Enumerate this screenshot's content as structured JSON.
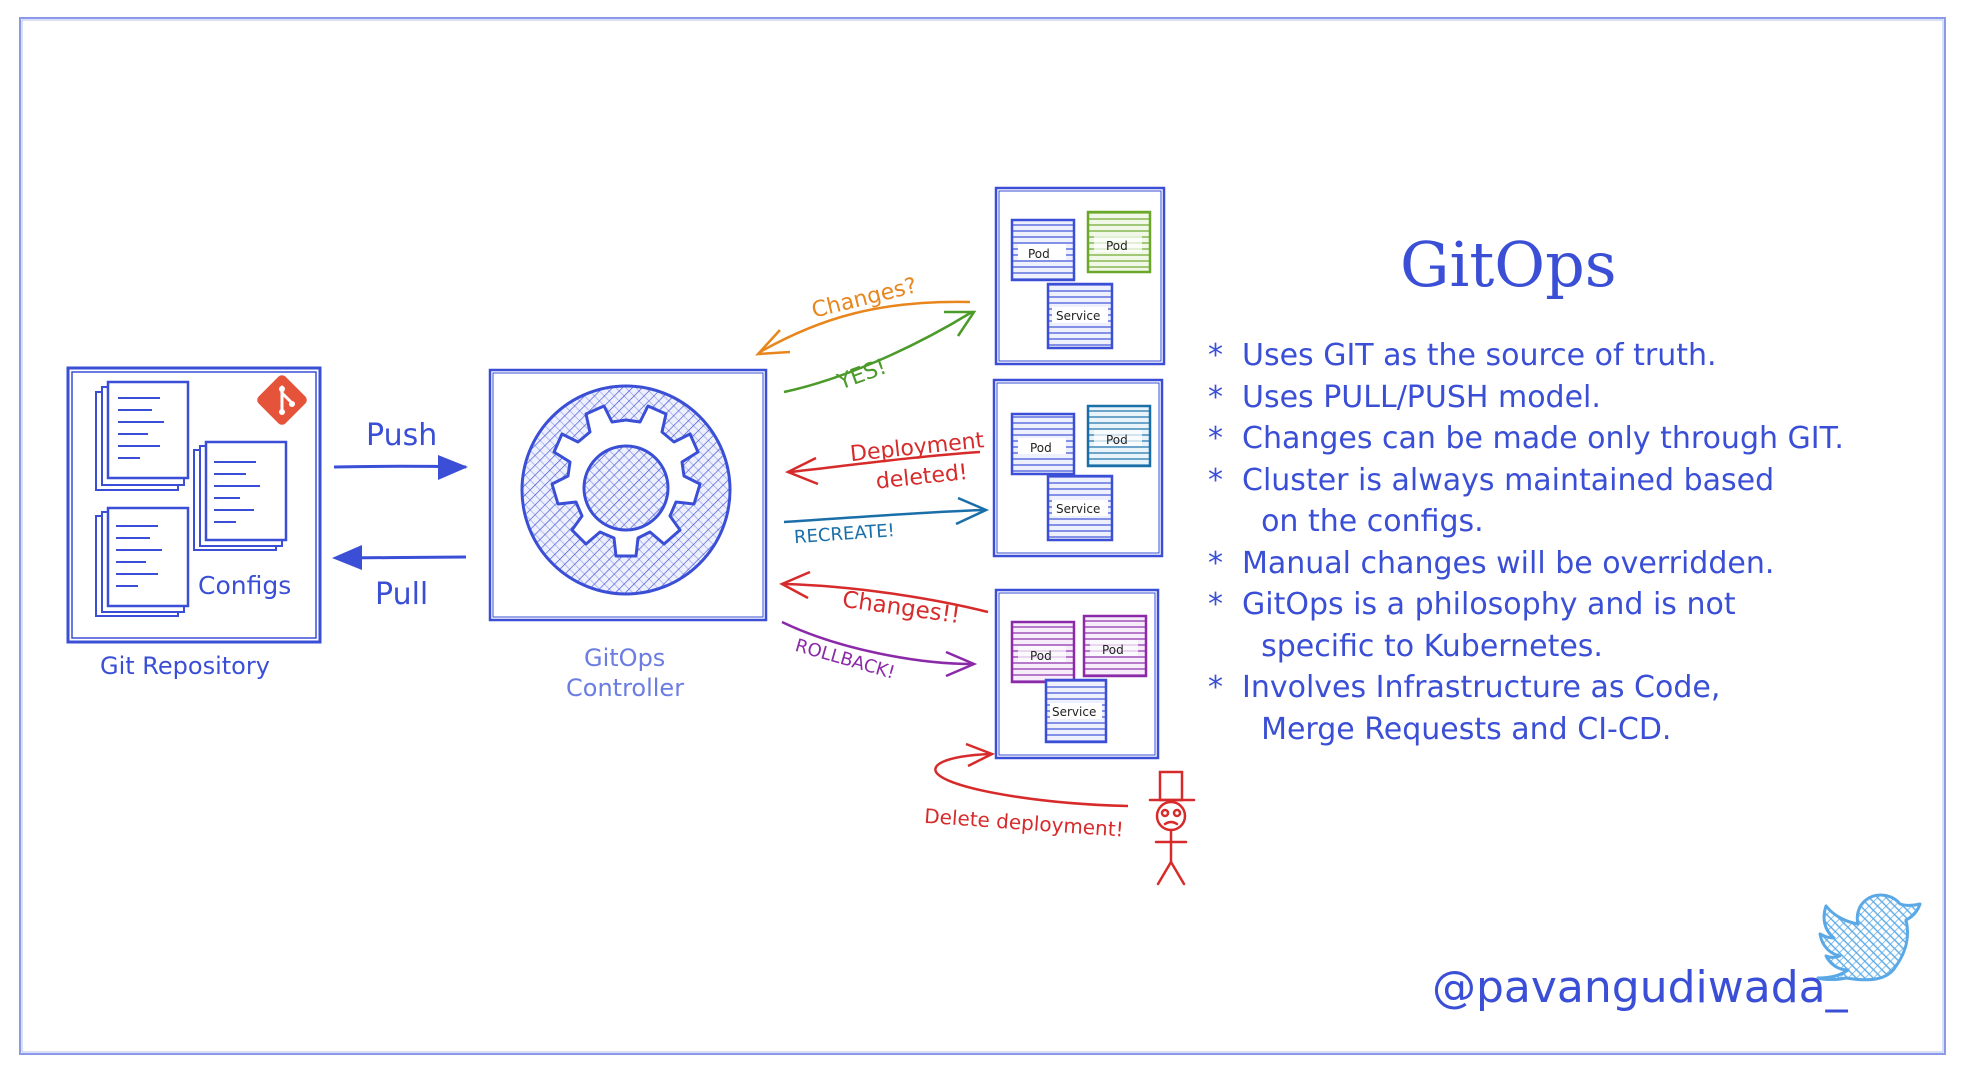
{
  "title": "GitOps",
  "colors": {
    "blue": "#3a4fd6",
    "orange": "#e8861c",
    "green": "#4c9a2a",
    "red": "#d72b2b",
    "teal": "#1a6fa8",
    "purple": "#8b2aa8",
    "git_orange": "#e5533b",
    "twitter_blue": "#5aa9e6"
  },
  "git_repo": {
    "label": "Git Repository",
    "configs_label": "Configs"
  },
  "controller": {
    "label_line1": "GitOps",
    "label_line2": "Controller"
  },
  "arrows": {
    "push": "Push",
    "pull": "Pull",
    "changes_q": "Changes?",
    "yes": "YES!",
    "deployment_line1": "Deployment",
    "deployment_line2": "deleted!",
    "recreate": "RECREATE!",
    "changes_ex": "Changes!!",
    "rollback": "ROLLBACK!",
    "delete_deployment": "Delete deployment!"
  },
  "clusters": [
    {
      "pod1": "Pod",
      "pod2": "Pod",
      "service": "Service"
    },
    {
      "pod1": "Pod",
      "pod2": "Pod",
      "service": "Service"
    },
    {
      "pod1": "Pod",
      "pod2": "Pod",
      "service": "Service"
    }
  ],
  "bullets": [
    "Uses GIT as the source of truth.",
    "Uses PULL/PUSH model.",
    "Changes can be made only through GIT.",
    "Cluster is always maintained based\n  on the configs.",
    "Manual changes will be overridden.",
    "GitOps is a philosophy and is not\n  specific to Kubernetes.",
    "Involves Infrastructure as Code,\n  Merge Requests and CI-CD."
  ],
  "bullet_marker": "*",
  "handle": "@pavangudiwada_",
  "icons": [
    "git-logo-icon",
    "gear-icon",
    "stick-figure-icon",
    "twitter-bird-icon"
  ]
}
